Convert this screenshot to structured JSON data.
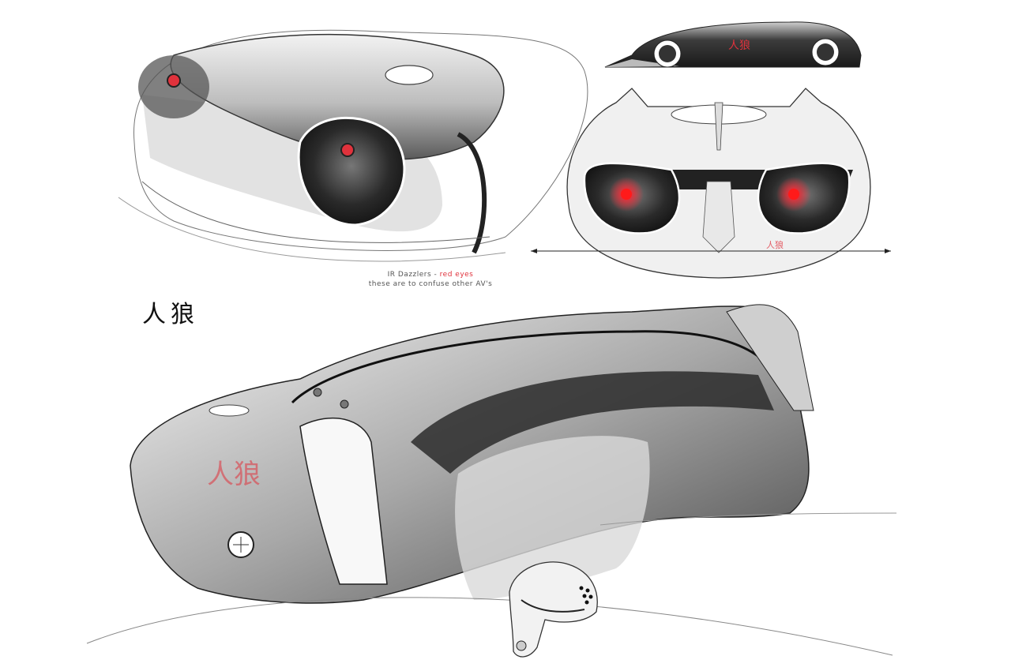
{
  "sheet": {
    "title": "人狼",
    "annotation": {
      "line1_prefix": "IR Dazzlers - ",
      "line1_highlight": "red eyes",
      "line2": "these are to confuse other AV's"
    },
    "side_view_logo": "人狼",
    "rear_view_logo": "人狼",
    "perspective_logo": "人狼"
  },
  "views": [
    {
      "id": "rear-three-quarter",
      "description": "rear 3/4 sketch with two IR dazzler pods"
    },
    {
      "id": "side-profile",
      "description": "dark side-profile render"
    },
    {
      "id": "rear-orthographic",
      "description": "rear view with twin red IR emitters"
    },
    {
      "id": "main-perspective",
      "description": "large front 3/4 perspective sketch"
    },
    {
      "id": "helmet",
      "description": "driver helmet with breathing mask"
    }
  ],
  "colors": {
    "accent_red": "#e0323c",
    "ink": "#222222",
    "shade_dark": "#3a3a3a",
    "shade_mid": "#9a9a9a",
    "shade_light": "#e6e6e6",
    "background": "#ffffff"
  }
}
